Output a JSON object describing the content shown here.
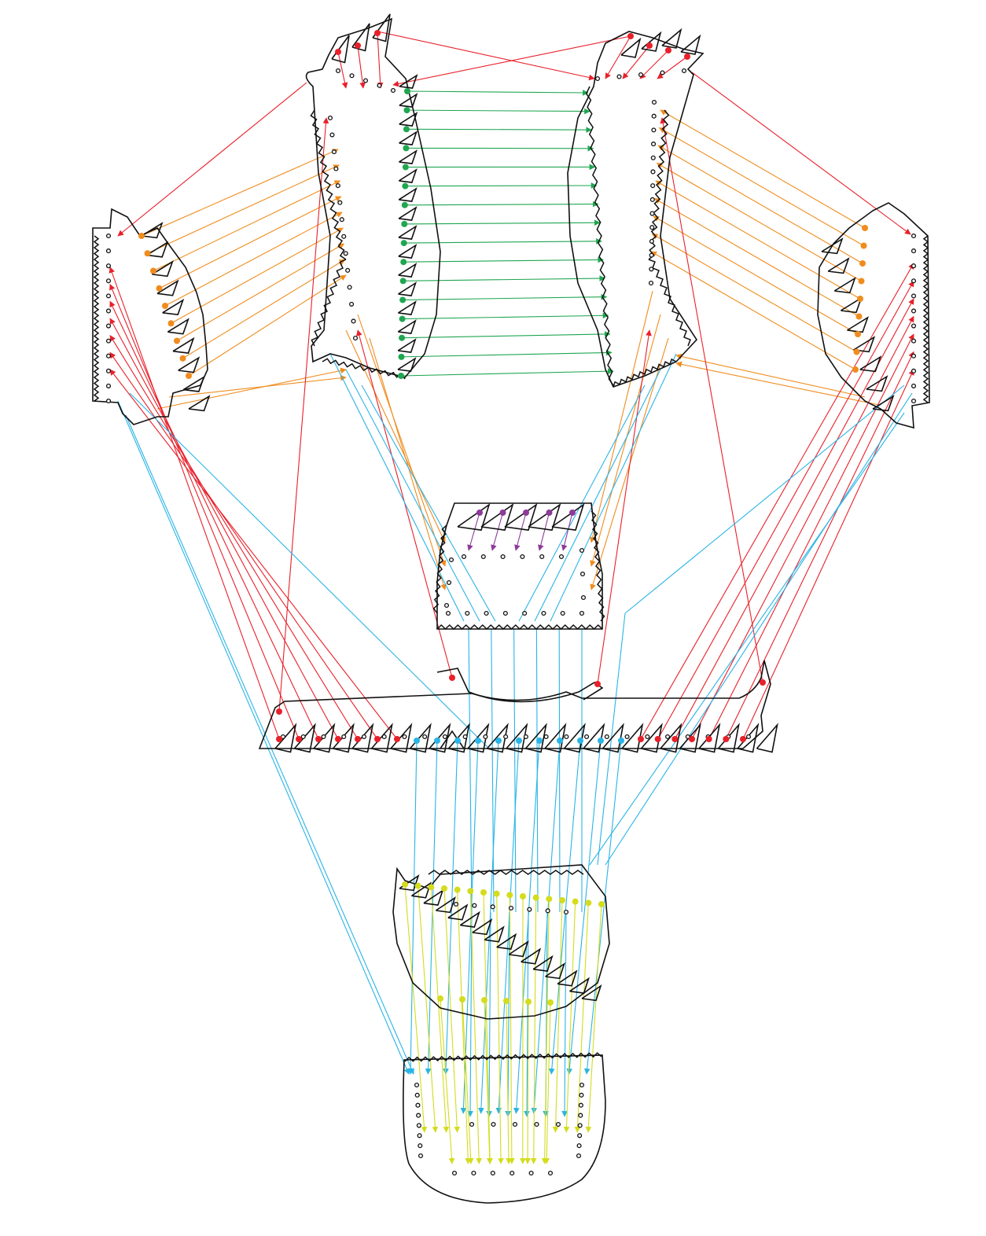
{
  "diagram": {
    "kind": "sewing-pattern-seam-connection-diagram",
    "colors": {
      "red": "#e8202a",
      "orange": "#f08c1e",
      "green": "#1fa650",
      "blue": "#2ab4e6",
      "yellow": "#d4dc1e",
      "purple": "#8e3a9a",
      "outline": "#111111",
      "background": "#ffffff"
    },
    "pieces": [
      "upper-left-panel",
      "upper-right-panel",
      "left-wing-panel",
      "right-wing-panel",
      "center-gusset",
      "waist-band",
      "lower-fan-panel",
      "bottom-cup-panel"
    ],
    "connection_groups": [
      {
        "color": "green",
        "from": "upper-left-panel",
        "to": "upper-right-panel"
      },
      {
        "color": "orange",
        "from": "upper-left-panel",
        "to": "left-wing-panel"
      },
      {
        "color": "orange",
        "from": "upper-right-panel",
        "to": "right-wing-panel"
      },
      {
        "color": "red",
        "from": "left-wing-panel",
        "to": "waist-band"
      },
      {
        "color": "red",
        "from": "right-wing-panel",
        "to": "waist-band"
      },
      {
        "color": "blue",
        "from": "waist-band",
        "to": "bottom-cup-panel"
      },
      {
        "color": "purple",
        "from": "center-gusset",
        "to": "center-gusset"
      },
      {
        "color": "yellow",
        "from": "lower-fan-panel",
        "to": "bottom-cup-panel"
      }
    ]
  }
}
